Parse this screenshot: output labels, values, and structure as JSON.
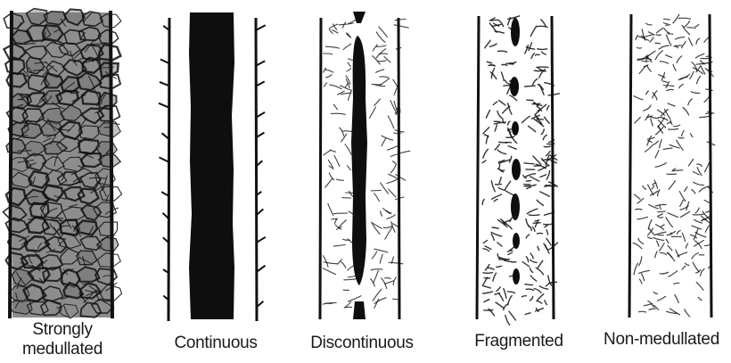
{
  "figure": {
    "panels": [
      {
        "id": "strongly",
        "label_lines": [
          "Strongly",
          "medullated"
        ]
      },
      {
        "id": "continuous",
        "label_lines": [
          "Continuous"
        ]
      },
      {
        "id": "discontinuous",
        "label_lines": [
          "Discontinuous"
        ]
      },
      {
        "id": "fragmented",
        "label_lines": [
          "Fragmented"
        ]
      },
      {
        "id": "nonmedullated",
        "label_lines": [
          "Non-medullated"
        ]
      }
    ],
    "ink_color": "#111111",
    "paper_color": "#ffffff",
    "shade_color": "#8a8a8a"
  }
}
